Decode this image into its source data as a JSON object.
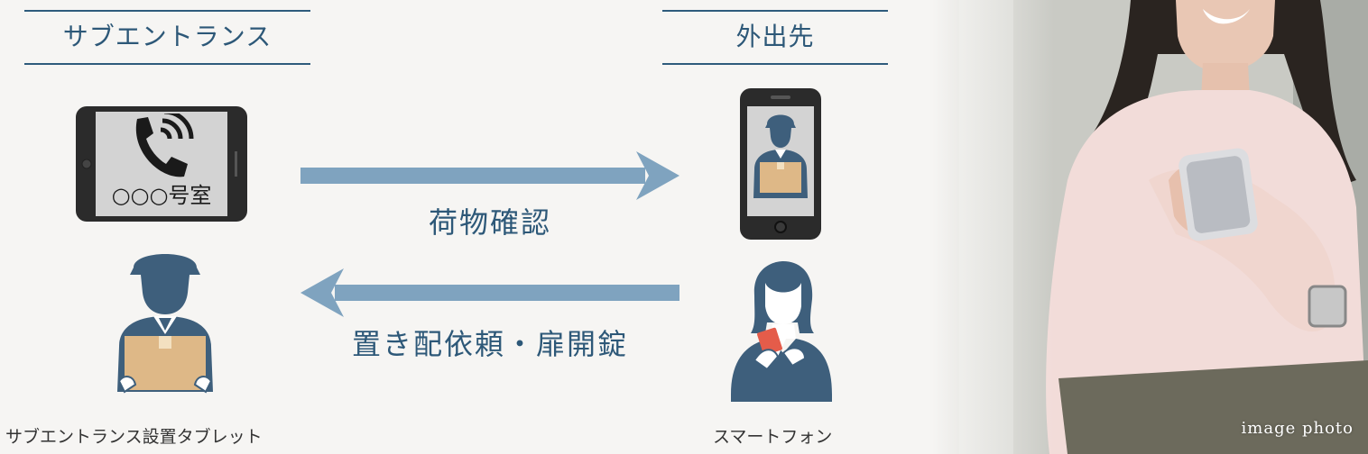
{
  "left_section": {
    "heading": "サブエントランス",
    "tablet_screen_text": "○○○号室",
    "caption": "サブエントランス設置タブレット"
  },
  "right_section": {
    "heading": "外出先",
    "caption": "スマートフォン"
  },
  "arrows": {
    "forward_label": "荷物確認",
    "back_label": "置き配依頼・扉開錠"
  },
  "photo": {
    "tag": "image photo"
  },
  "colors": {
    "navy": "#2e5b7c",
    "arrow": "#7fa3bf",
    "box": "#deb887",
    "device": "#2b2b2b",
    "card": "#e45c4a"
  },
  "icons": [
    "phone-ringing-icon",
    "delivery-person-icon",
    "woman-icon",
    "smartphone-icon",
    "tablet-icon"
  ]
}
